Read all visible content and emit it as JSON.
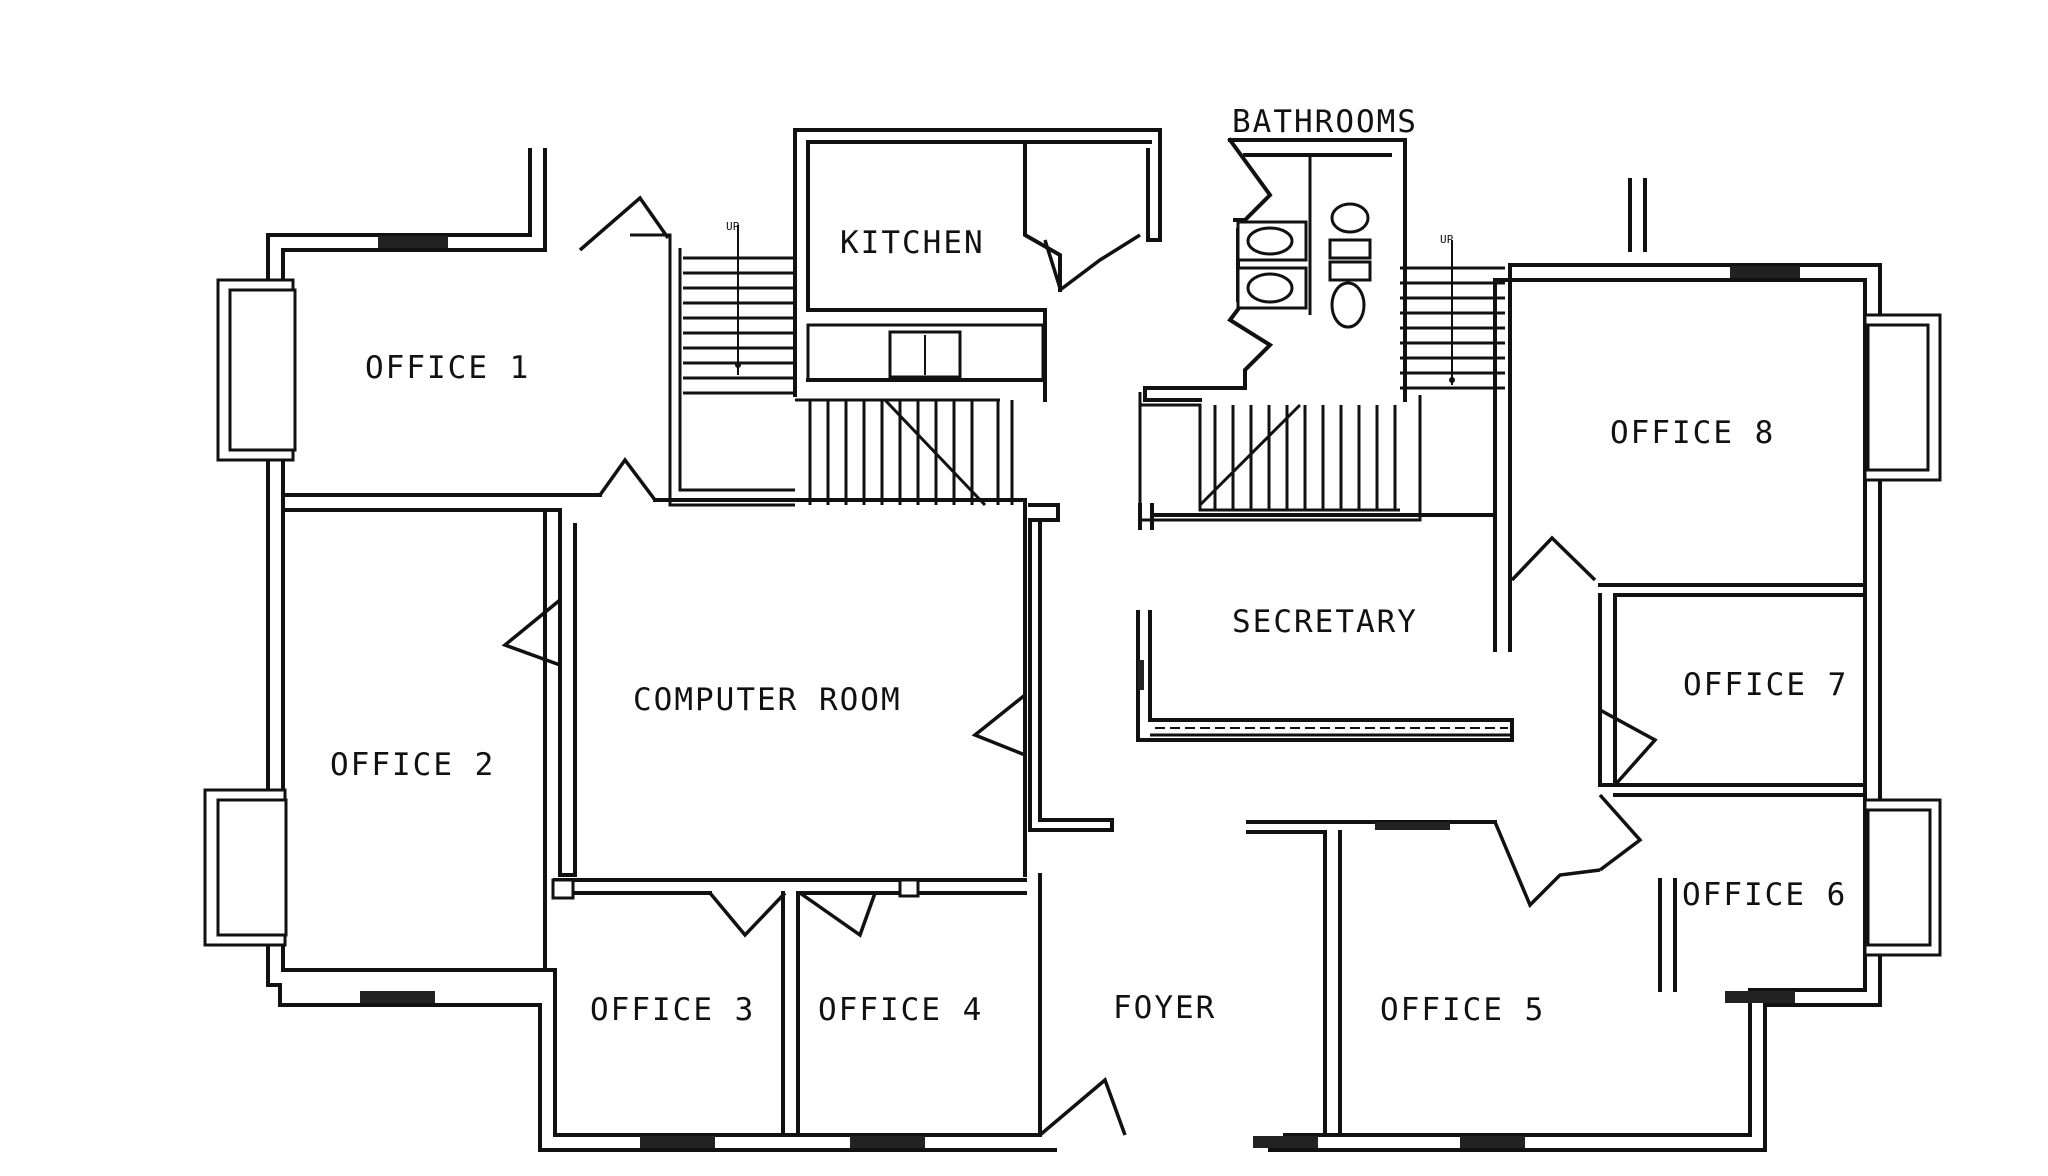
{
  "labels": {
    "bathrooms": "BATHROOMS",
    "kitchen": "KITCHEN",
    "office1": "OFFICE 1",
    "office2": "OFFICE 2",
    "office3": "OFFICE 3",
    "office4": "OFFICE 4",
    "office5": "OFFICE 5",
    "office6": "OFFICE 6",
    "office7": "OFFICE 7",
    "office8": "OFFICE 8",
    "computer_room": "COMPUTER ROOM",
    "secretary": "SECRETARY",
    "foyer": "FOYER",
    "stair_up_left": "UP",
    "stair_up_right": "UP"
  }
}
